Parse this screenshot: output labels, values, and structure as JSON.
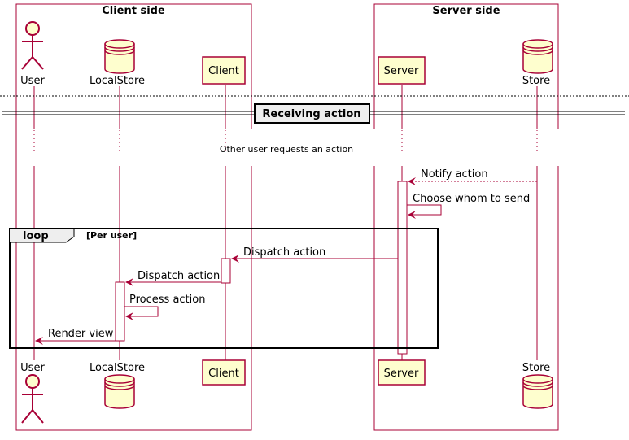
{
  "colors": {
    "border": "#A80036",
    "participant_fill": "#FEFECE",
    "background": "#FFFFFF",
    "line_dark": "#000000"
  },
  "boxes": {
    "client": {
      "title": "Client side"
    },
    "server": {
      "title": "Server side"
    }
  },
  "participants": [
    {
      "id": "user",
      "label": "User",
      "kind": "actor",
      "icon": "actor-icon"
    },
    {
      "id": "localstore",
      "label": "LocalStore",
      "kind": "database",
      "icon": "database-icon"
    },
    {
      "id": "client",
      "label": "Client",
      "kind": "participant"
    },
    {
      "id": "server",
      "label": "Server",
      "kind": "participant"
    },
    {
      "id": "store",
      "label": "Store",
      "kind": "database",
      "icon": "database-icon"
    }
  ],
  "divider": {
    "label": "Receiving action"
  },
  "delay": {
    "label": "Other user requests an action"
  },
  "messages": [
    {
      "from": "store",
      "to": "server",
      "label": "Notify action",
      "style": "dashed"
    },
    {
      "from": "server",
      "to": "server",
      "label": "Choose whom to send",
      "style": "solid"
    },
    {
      "from": "server",
      "to": "client",
      "label": "Dispatch action",
      "style": "solid"
    },
    {
      "from": "client",
      "to": "localstore",
      "label": "Dispatch action",
      "style": "solid"
    },
    {
      "from": "localstore",
      "to": "localstore",
      "label": "Process action",
      "style": "solid"
    },
    {
      "from": "localstore",
      "to": "user",
      "label": "Render view",
      "style": "solid"
    }
  ],
  "loop": {
    "keyword": "loop",
    "condition": "[Per user]"
  }
}
